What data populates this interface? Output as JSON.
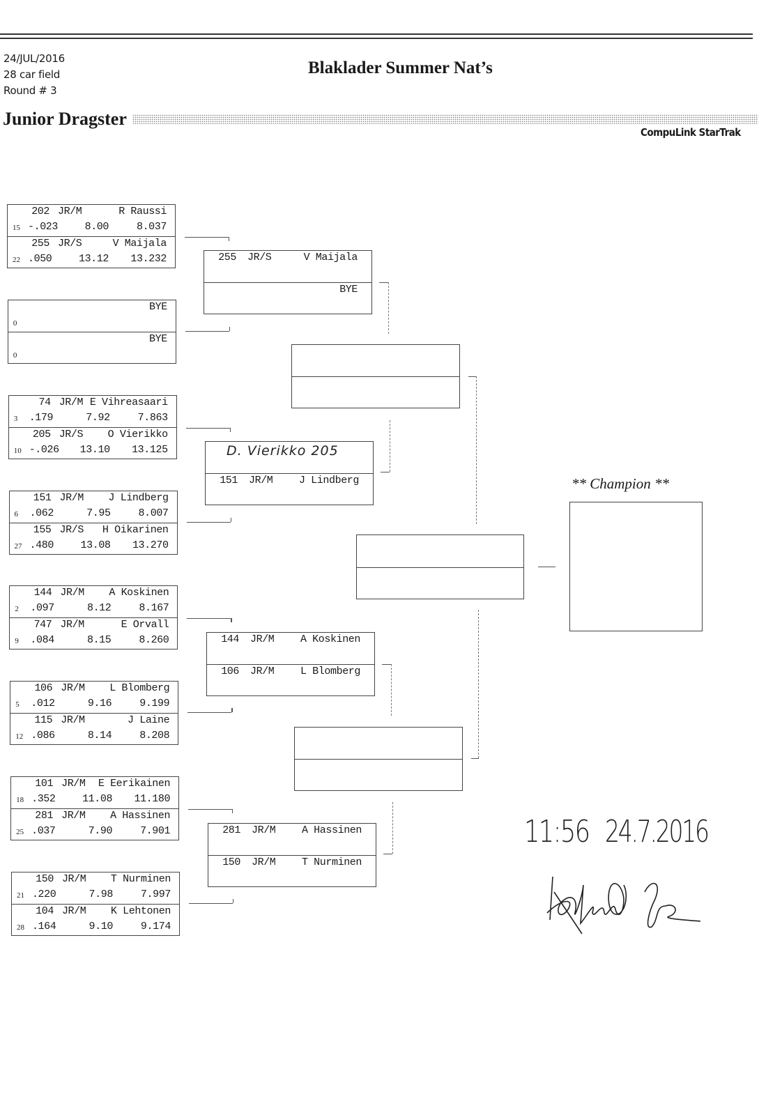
{
  "header": {
    "date": "24/JUL/2016",
    "field": "28 car field",
    "round": "Round # 3",
    "event_title": "Blaklader Summer Nat’s",
    "class_title": "Junior Dragster",
    "software": "CompuLink StarTrak"
  },
  "round1": [
    {
      "top": {
        "num": "202",
        "cls": "JR/M",
        "name": "R Raussi",
        "seed": "15",
        "rt": "-.023",
        "dial": "8.00",
        "et": "8.037"
      },
      "bottom": {
        "num": "255",
        "cls": "JR/S",
        "name": "V Maijala",
        "seed": "22",
        "rt": ".050",
        "dial": "13.12",
        "et": "13.232"
      }
    },
    {
      "top": {
        "num": "",
        "cls": "",
        "name": "BYE",
        "seed": "0",
        "rt": "",
        "dial": "",
        "et": ""
      },
      "bottom": {
        "num": "",
        "cls": "",
        "name": "BYE",
        "seed": "0",
        "rt": "",
        "dial": "",
        "et": ""
      }
    },
    {
      "top": {
        "num": "74",
        "cls": "JR/M",
        "name": "E Vihreasaari",
        "seed": "3",
        "rt": ".179",
        "dial": "7.92",
        "et": "7.863"
      },
      "bottom": {
        "num": "205",
        "cls": "JR/S",
        "name": "O Vierikko",
        "seed": "10",
        "rt": "-.026",
        "dial": "13.10",
        "et": "13.125"
      }
    },
    {
      "top": {
        "num": "151",
        "cls": "JR/M",
        "name": "J Lindberg",
        "seed": "6",
        "rt": ".062",
        "dial": "7.95",
        "et": "8.007"
      },
      "bottom": {
        "num": "155",
        "cls": "JR/S",
        "name": "H Oikarinen",
        "seed": "27",
        "rt": ".480",
        "dial": "13.08",
        "et": "13.270"
      }
    },
    {
      "top": {
        "num": "144",
        "cls": "JR/M",
        "name": "A Koskinen",
        "seed": "2",
        "rt": ".097",
        "dial": "8.12",
        "et": "8.167"
      },
      "bottom": {
        "num": "747",
        "cls": "JR/M",
        "name": "E Orvall",
        "seed": "9",
        "rt": ".084",
        "dial": "8.15",
        "et": "8.260"
      }
    },
    {
      "top": {
        "num": "106",
        "cls": "JR/M",
        "name": "L Blomberg",
        "seed": "5",
        "rt": ".012",
        "dial": "9.16",
        "et": "9.199"
      },
      "bottom": {
        "num": "115",
        "cls": "JR/M",
        "name": "J Laine",
        "seed": "12",
        "rt": ".086",
        "dial": "8.14",
        "et": "8.208"
      }
    },
    {
      "top": {
        "num": "101",
        "cls": "JR/M",
        "name": "E Eerikainen",
        "seed": "18",
        "rt": ".352",
        "dial": "11.08",
        "et": "11.180"
      },
      "bottom": {
        "num": "281",
        "cls": "JR/M",
        "name": "A Hassinen",
        "seed": "25",
        "rt": ".037",
        "dial": "7.90",
        "et": "7.901"
      }
    },
    {
      "top": {
        "num": "150",
        "cls": "JR/M",
        "name": "T Nurminen",
        "seed": "21",
        "rt": ".220",
        "dial": "7.98",
        "et": "7.997"
      },
      "bottom": {
        "num": "104",
        "cls": "JR/M",
        "name": "K Lehtonen",
        "seed": "28",
        "rt": ".164",
        "dial": "9.10",
        "et": "9.174"
      }
    }
  ],
  "round2": [
    {
      "top": {
        "num": "255",
        "cls": "JR/S",
        "name": "V Maijala"
      },
      "bottom": {
        "num": "",
        "cls": "",
        "name": "BYE"
      }
    },
    {
      "top": {
        "num": "",
        "cls": "",
        "name": "",
        "handwritten": "D. Vierikko 205"
      },
      "bottom": {
        "num": "151",
        "cls": "JR/M",
        "name": "J Lindberg"
      }
    },
    {
      "top": {
        "num": "144",
        "cls": "JR/M",
        "name": "A Koskinen"
      },
      "bottom": {
        "num": "106",
        "cls": "JR/M",
        "name": "L Blomberg"
      }
    },
    {
      "top": {
        "num": "281",
        "cls": "JR/M",
        "name": "A Hassinen"
      },
      "bottom": {
        "num": "150",
        "cls": "JR/M",
        "name": "T Nurminen"
      }
    }
  ],
  "champion_label": "** Champion **",
  "handwritten_note": {
    "time": "11:56",
    "date": "24.7.2016",
    "signature": "signature"
  }
}
